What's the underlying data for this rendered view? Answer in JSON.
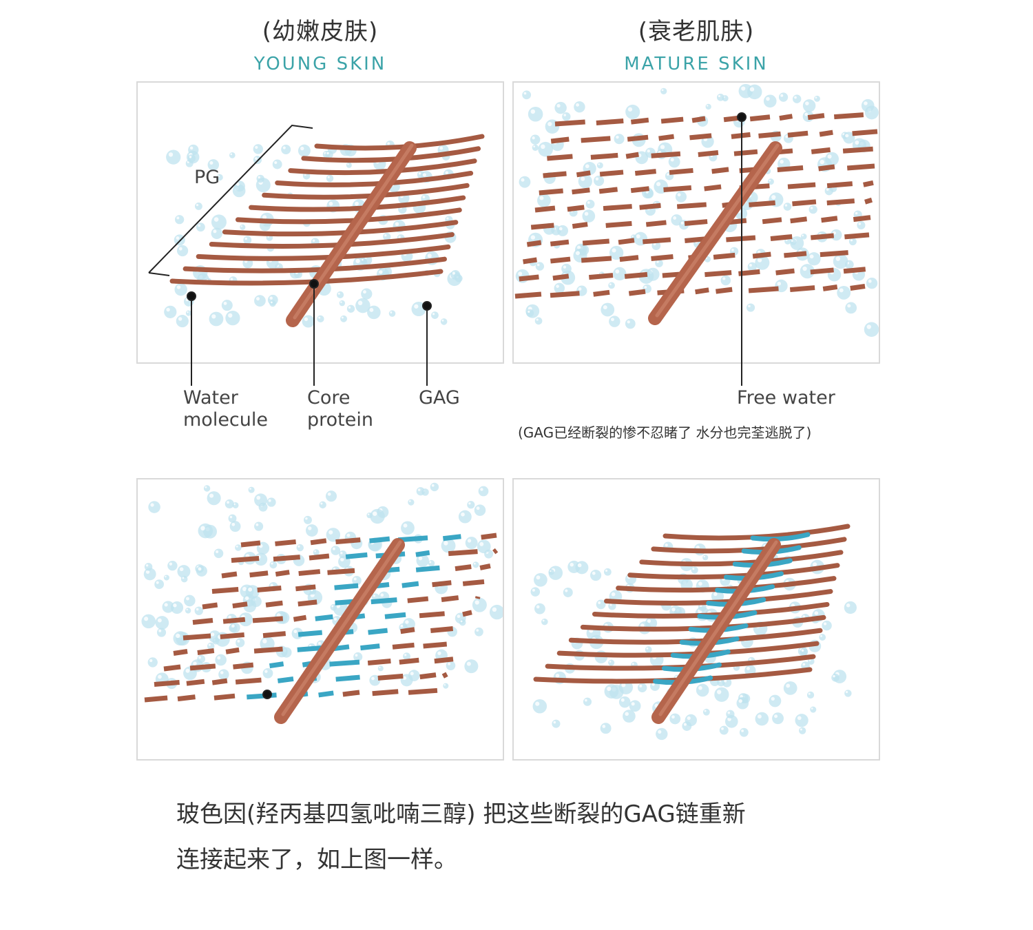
{
  "headings": {
    "young_cn": "(幼嫩皮肤)",
    "young_en": "YOUNG SKIN",
    "mature_cn": "(衰老肌肤)",
    "mature_en": "MATURE SKIN"
  },
  "labels": {
    "pg": "PG",
    "water_molecule": "Water molecule",
    "core_protein": "Core protein",
    "gag": "GAG",
    "free_water": "Free water"
  },
  "note": "(GAG已经断裂的惨不忍睹了 水分也完荃逃脱了)",
  "body_line1": "玻色因(羟丙基四氢吡喃三醇) 把这些断裂的GAG链重新",
  "body_line2": "连接起来了，如上图一样。",
  "colors": {
    "strand": "#a55a42",
    "core": "#b5654c",
    "water": "#bfe3ef",
    "repair": "#3aa6c4",
    "accent": "#3ba3a8"
  },
  "icons": [
    "young-skin-pg-diagram",
    "mature-skin-broken-gag-diagram",
    "repairing-gag-diagram",
    "restored-pg-diagram"
  ]
}
